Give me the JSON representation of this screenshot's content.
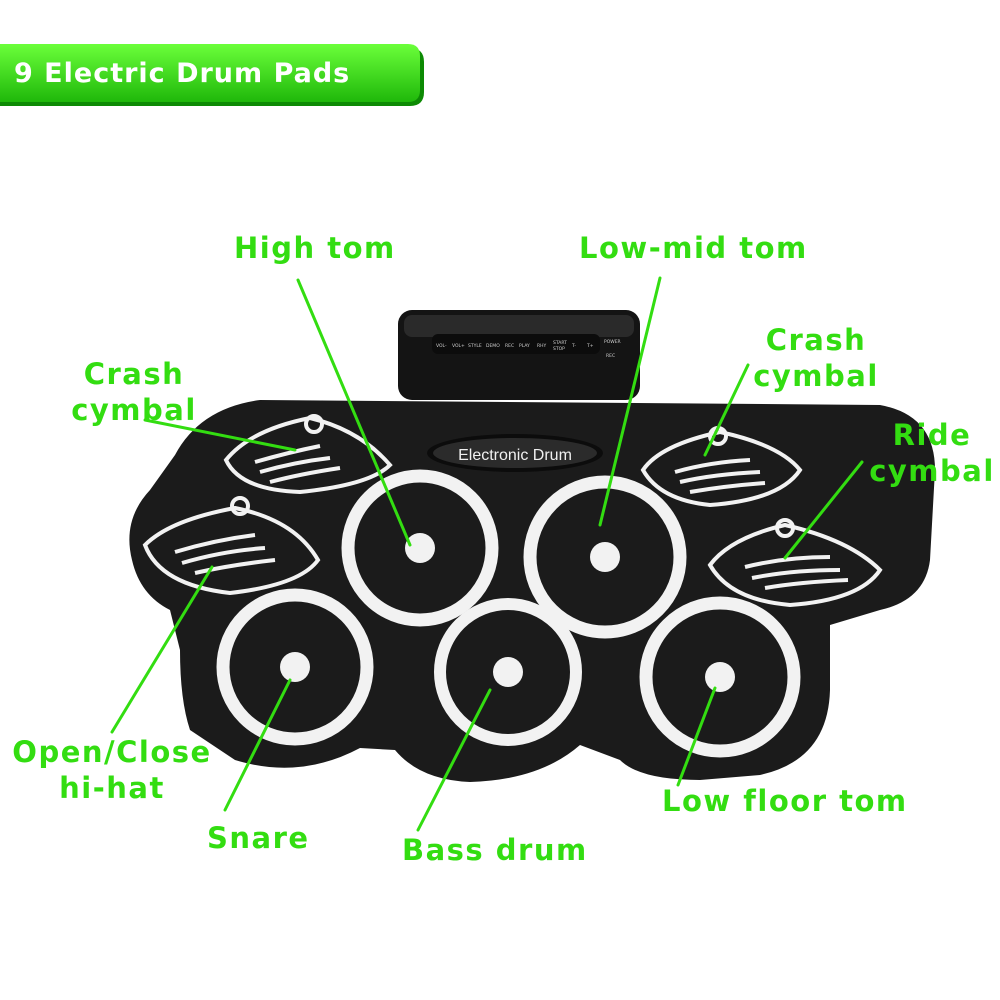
{
  "banner": {
    "title": "9 Electric Drum Pads"
  },
  "device": {
    "brand_label": "Electronic Drum",
    "buttons": [
      "VOL-",
      "VOL+",
      "STYLE",
      "DEMO",
      "REC",
      "PLAY",
      "RHY",
      "START STOP",
      "T-",
      "T+",
      "POWER",
      "REC"
    ]
  },
  "labels": {
    "high_tom": "High tom",
    "low_mid_tom": "Low-mid tom",
    "crash_left_1": "Crash",
    "crash_left_2": "cymbal",
    "crash_right_1": "Crash",
    "crash_right_2": "cymbal",
    "ride_1": "Ride",
    "ride_2": "cymbal",
    "hihat_1": "Open/Close",
    "hihat_2": "hi-hat",
    "snare": "Snare",
    "bass": "Bass drum",
    "low_floor": "Low floor tom"
  },
  "colors": {
    "accent": "#33dd11",
    "pad": "#1a1a1a",
    "ring": "#f2f2f2"
  }
}
